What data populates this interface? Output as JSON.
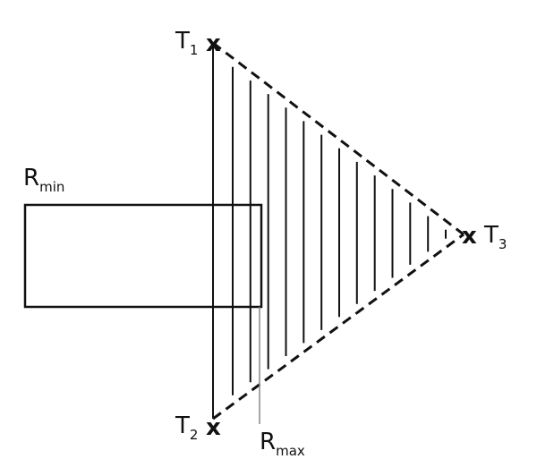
{
  "labels": {
    "t1_main": "T",
    "t1_sub": "1",
    "t2_main": "T",
    "t2_sub": "2",
    "t3_main": "T",
    "t3_sub": "3",
    "rmin_main": "R",
    "rmin_sub": "min",
    "rmax_main": "R",
    "rmax_sub": "max",
    "x_mark": "x"
  },
  "colors": {
    "stroke": "#111111",
    "leader": "#888888"
  }
}
